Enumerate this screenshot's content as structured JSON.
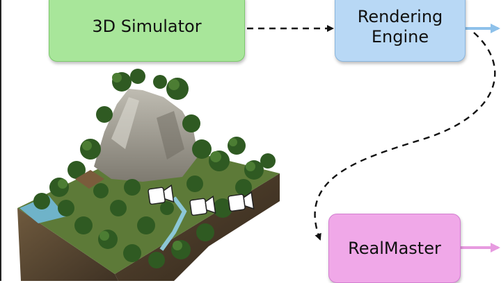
{
  "nodes": {
    "simulator": {
      "label": "3D Simulator",
      "fill": "#a8e69a",
      "stroke": "#7cc96c"
    },
    "rendering": {
      "label": "Rendering\nEngine",
      "fill": "#b8d8f5",
      "stroke": "#8ab5dd"
    },
    "realmaster": {
      "label": "RealMaster",
      "fill": "#f0a8e8",
      "stroke": "#d27ed0"
    }
  },
  "colors": {
    "connector": "#111111",
    "arrow_out_rendering": "#8ec1ea",
    "arrow_out_realmaster": "#e79be0",
    "camera_icon": "#ffffff"
  },
  "icons": [
    "camera-icon",
    "camera-icon",
    "camera-icon"
  ]
}
